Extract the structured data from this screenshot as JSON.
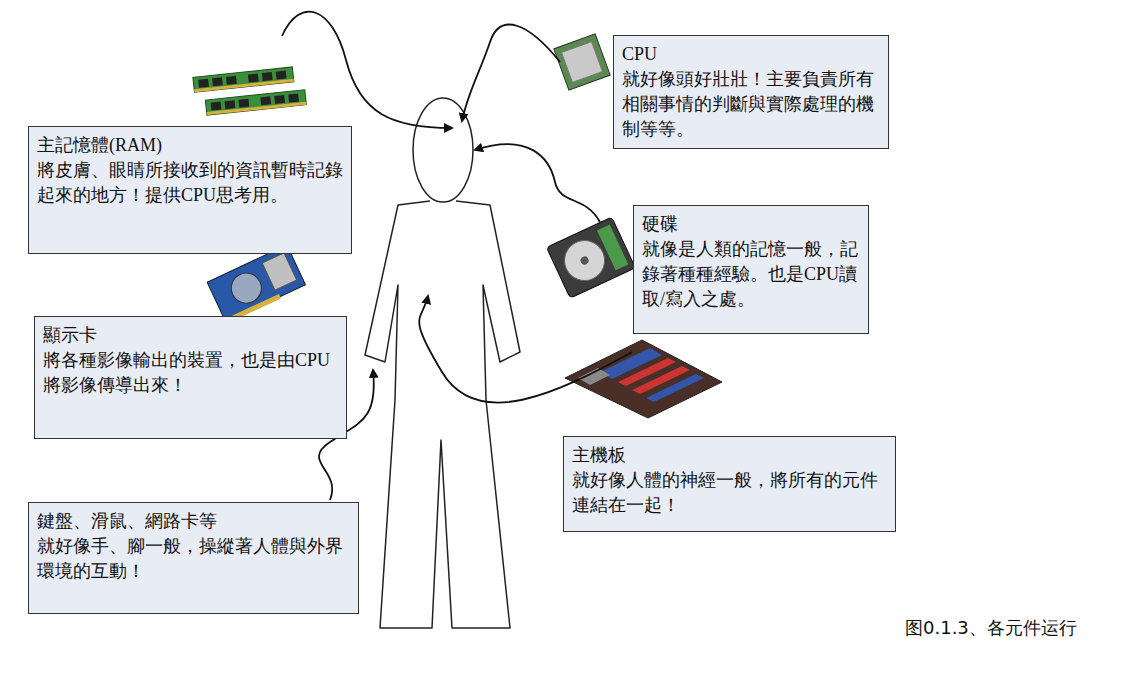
{
  "diagram": {
    "caption": "图0.1.3、各元件运行",
    "nodes": [
      {
        "text": [
          "CPU",
          "就好像頭好壯壯！主要負責所有相關事情的判斷與實際處理的機制等等。"
        ]
      },
      {
        "text": [
          "主記憶體(RAM)",
          "將皮膚、眼睛所接收到的資訊暫時記錄起來的地方！提供CPU思考用。"
        ]
      },
      {
        "text": [
          "硬碟",
          "就像是人類的記憶一般，記錄著種種經驗。也是CPU讀取/寫入之處。"
        ]
      },
      {
        "text": [
          "顯示卡",
          "將各種影像輸出的裝置，也是由CPU將影像傳導出來！"
        ]
      },
      {
        "text": [
          "主機板",
          "就好像人體的神經一般，將所有的元件連結在一起！"
        ]
      },
      {
        "text": [
          "鍵盤、滑鼠、網路卡等",
          "就好像手、腳一般，操縱著人體與外界環境的互動！"
        ]
      }
    ]
  }
}
